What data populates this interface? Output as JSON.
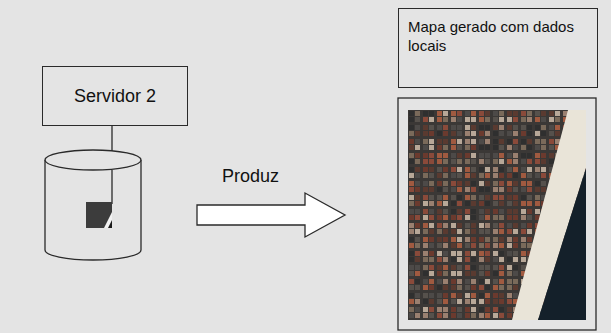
{
  "diagram": {
    "nodes": [
      {
        "text": [
          "Servidor 2"
        ]
      },
      {
        "text": [
          "Mapa gerado com dados locais"
        ]
      }
    ],
    "labels": [
      "Produz"
    ]
  }
}
